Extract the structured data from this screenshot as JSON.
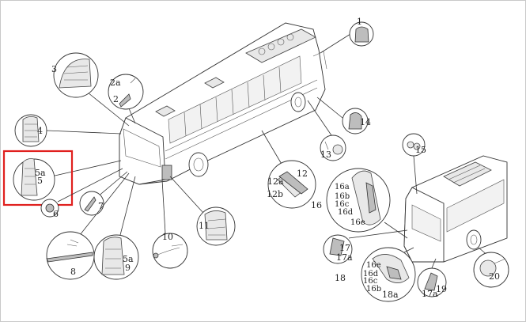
{
  "highlight_color": "#e0201e",
  "labels": {
    "l1": "1",
    "l2": "2",
    "l2a": "2a",
    "l3": "3",
    "l4": "4",
    "l5": "5",
    "l5a": "5a",
    "l6": "6",
    "l7": "7",
    "l8": "8",
    "l9": "9",
    "l10": "10",
    "l11": "11",
    "l12": "12",
    "l12a": "12a",
    "l12b": "12b",
    "l13": "13",
    "l14": "14",
    "l15": "15",
    "l16": "16",
    "l16a": "16a",
    "l16b": "16b",
    "l16c": "16c",
    "l16d": "16d",
    "l16e": "16e",
    "l17": "17",
    "l17a": "17a",
    "l18": "18",
    "l18a": "18a",
    "l19": "19",
    "l20": "20"
  }
}
